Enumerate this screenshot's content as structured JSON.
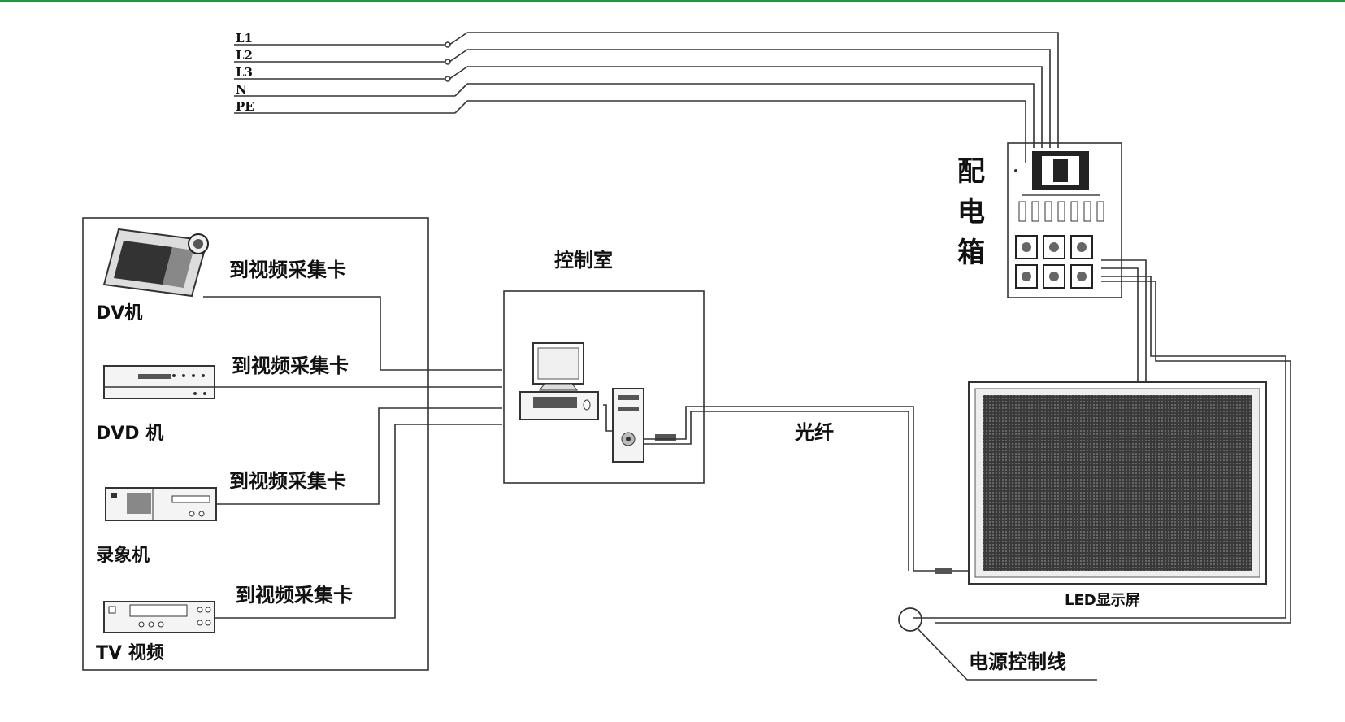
{
  "accent_color": "#1a9a3a",
  "power_lines": [
    "L1",
    "L2",
    "L3",
    "N",
    "PE"
  ],
  "distribution_box_label": "配电箱",
  "control_room_label": "控制室",
  "sources": [
    {
      "device": "DV机",
      "link_label": "到视频采集卡",
      "icon": "camcorder-icon"
    },
    {
      "device": "DVD 机",
      "link_label": "到视频采集卡",
      "icon": "dvd-player-icon"
    },
    {
      "device": "录象机",
      "link_label": "到视频采集卡",
      "icon": "vcr-icon"
    },
    {
      "device": "TV 视频",
      "link_label": "到视频采集卡",
      "icon": "tv-tuner-icon"
    }
  ],
  "fiber_label": "光纤",
  "led_screen_label": "LED显示屏",
  "power_control_line_label": "电源控制线"
}
